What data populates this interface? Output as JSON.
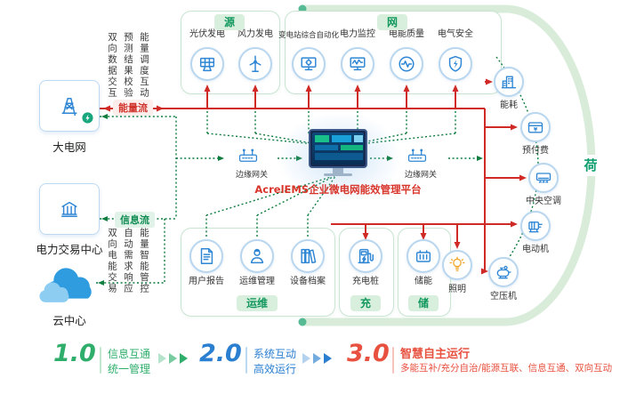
{
  "title": "AcrelEMS企业微电网能效管理平台",
  "left": {
    "grid": {
      "label": "大电网",
      "icon": "transmission-tower-icon"
    },
    "trade": {
      "label": "电力交易中心",
      "icon": "trade-building-icon"
    },
    "cloud": {
      "label": "云中心",
      "icon": "cloud-icon"
    }
  },
  "flows": {
    "energy": "能量流",
    "info": "信息流",
    "top_texts": [
      "双向数据交互",
      "预测结果校验",
      "能量调度互动"
    ],
    "bottom_texts": [
      "双向电能交易",
      "自动需求响应",
      "能量智能管控"
    ]
  },
  "groups": {
    "source": {
      "header": "源",
      "items": [
        {
          "label": "光伏发电",
          "icon": "solar-panel-icon"
        },
        {
          "label": "风力发电",
          "icon": "wind-turbine-icon"
        }
      ]
    },
    "grid": {
      "header": "网",
      "items": [
        {
          "label": "变电站综合自动化",
          "icon": "substation-automation-icon"
        },
        {
          "label": "电力监控",
          "icon": "power-monitoring-icon"
        },
        {
          "label": "电能质量",
          "icon": "power-quality-icon"
        },
        {
          "label": "电气安全",
          "icon": "electrical-safety-icon"
        }
      ]
    },
    "load": {
      "header": "荷",
      "items": [
        {
          "label": "能耗",
          "icon": "energy-consumption-icon"
        },
        {
          "label": "预付费",
          "icon": "prepaid-icon"
        },
        {
          "label": "中央空调",
          "icon": "central-ac-icon"
        },
        {
          "label": "电动机",
          "icon": "motor-icon"
        },
        {
          "label": "空压机",
          "icon": "air-compressor-icon"
        },
        {
          "label": "照明",
          "icon": "lighting-icon"
        }
      ]
    },
    "om": {
      "header": "运维",
      "items": [
        {
          "label": "用户报告",
          "icon": "user-report-icon"
        },
        {
          "label": "运维管理",
          "icon": "om-management-icon"
        },
        {
          "label": "设备档案",
          "icon": "equipment-archive-icon"
        }
      ]
    },
    "charge": {
      "header": "充",
      "items": [
        {
          "label": "充电桩",
          "icon": "charging-pile-icon"
        }
      ]
    },
    "storage": {
      "header": "储",
      "items": [
        {
          "label": "储能",
          "icon": "energy-storage-icon"
        }
      ]
    }
  },
  "gateways": {
    "left": "边缘网关",
    "right": "边缘网关"
  },
  "legend": [
    {
      "version": "1.0",
      "line1": "信息互通",
      "line2": "统一管理"
    },
    {
      "version": "2.0",
      "line1": "系统互动",
      "line2": "高效运行"
    },
    {
      "version": "3.0",
      "line1": "智慧自主运行",
      "line2": "多能互补/充分自治/能源互联、信息互通、双向互动"
    }
  ],
  "colors": {
    "energy_flow": "#cf2a25",
    "info_flow": "#0e7d3e",
    "legend_green": "#2fae6b",
    "legend_blue": "#2b7fd0",
    "legend_red": "#e8503f",
    "accent_green": "#13985f",
    "icon_blue": "#2e86d4"
  }
}
